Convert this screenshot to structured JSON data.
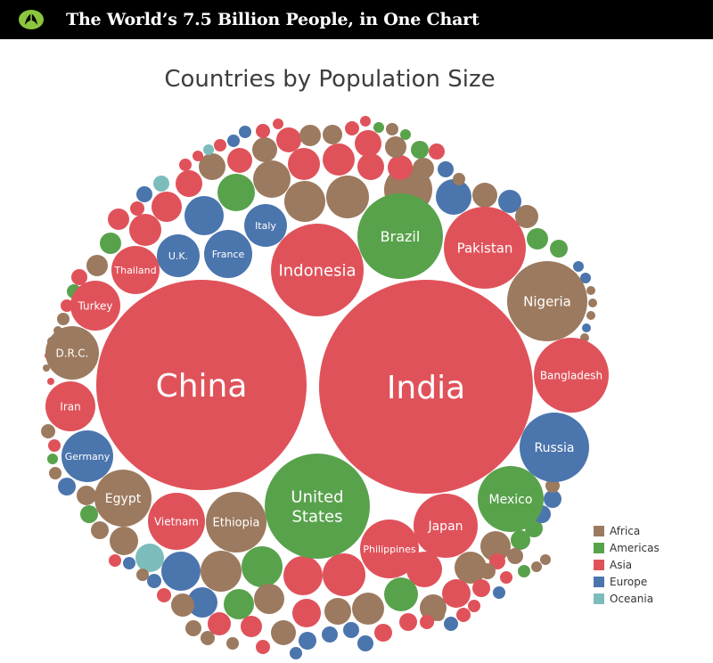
{
  "header": {
    "title": "The World’s 7.5 Billion People, in One Chart",
    "logo_icon": "leaf-logo-icon"
  },
  "colors": {
    "Africa": "#9c7a5f",
    "Americas": "#58a24c",
    "Asia": "#e0525a",
    "Europe": "#4b75ad",
    "Oceania": "#7cbdbc"
  },
  "chart_data": {
    "type": "bubble",
    "title": "Countries by Population Size",
    "legend": {
      "position": "bottom-right",
      "entries": [
        "Africa",
        "Americas",
        "Asia",
        "Europe",
        "Oceania"
      ]
    },
    "labeled_countries": [
      {
        "name": "China",
        "region": "Asia"
      },
      {
        "name": "India",
        "region": "Asia"
      },
      {
        "name": "United States",
        "region": "Americas"
      },
      {
        "name": "Indonesia",
        "region": "Asia"
      },
      {
        "name": "Brazil",
        "region": "Americas"
      },
      {
        "name": "Pakistan",
        "region": "Asia"
      },
      {
        "name": "Nigeria",
        "region": "Africa"
      },
      {
        "name": "Bangladesh",
        "region": "Asia"
      },
      {
        "name": "Russia",
        "region": "Europe"
      },
      {
        "name": "Mexico",
        "region": "Americas"
      },
      {
        "name": "Japan",
        "region": "Asia"
      },
      {
        "name": "Ethiopia",
        "region": "Africa"
      },
      {
        "name": "Philippines",
        "region": "Asia"
      },
      {
        "name": "Egypt",
        "region": "Africa"
      },
      {
        "name": "Vietnam",
        "region": "Asia"
      },
      {
        "name": "Germany",
        "region": "Europe"
      },
      {
        "name": "D.R.C.",
        "region": "Africa"
      },
      {
        "name": "Iran",
        "region": "Asia"
      },
      {
        "name": "Turkey",
        "region": "Asia"
      },
      {
        "name": "Thailand",
        "region": "Asia"
      },
      {
        "name": "France",
        "region": "Europe"
      },
      {
        "name": "U.K.",
        "region": "Europe"
      },
      {
        "name": "Italy",
        "region": "Europe"
      }
    ]
  }
}
